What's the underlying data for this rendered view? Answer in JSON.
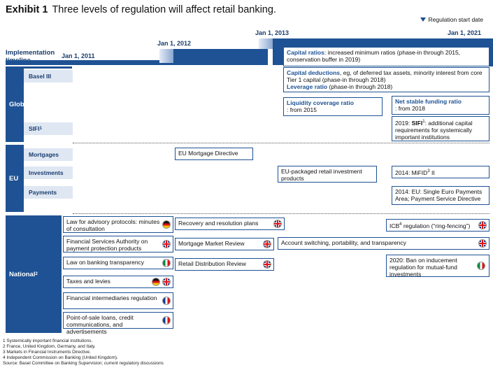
{
  "title": {
    "exhibit": "Exhibit 1",
    "text": "Three levels of regulation will affect retail banking."
  },
  "legend": "Regulation start date",
  "timeline": {
    "label": "Implementation timeline",
    "dates": [
      "Jan 1, 2011",
      "Jan 1, 2012",
      "Jan 1, 2013",
      "Jan 1, 2021"
    ]
  },
  "bands": {
    "global": "Global",
    "eu": "EU",
    "national": "National",
    "national_sup": "2"
  },
  "rows": {
    "basel": "Basel III",
    "sifi": "SIFI",
    "sifi_sup": "1",
    "mortgages": "Mortgages",
    "investments": "Investments",
    "payments": "Payments"
  },
  "global": {
    "capital_ratios_hl": "Capital ratios",
    "capital_ratios_txt": ": increased minimum ratios (phase-in through 2015, conservation buffer in 2019)",
    "capital_deductions_hl": "Capital deductions",
    "capital_deductions_txt": ", eg, of deferred tax assets, minority interest from core Tier 1 capital (phase-in through 2018)",
    "leverage_hl": "Leverage ratio",
    "leverage_txt": " (phase-in through 2018)",
    "lcr_hl": "Liquidity coverage ratio",
    "lcr_txt": ": from 2015",
    "nsfr_hl": "Net stable funding ratio",
    "nsfr_txt": ": from 2018",
    "sifi_pre": "2019: ",
    "sifi_b": "SIFI",
    "sifi_sup": "1",
    "sifi_txt": ": additional capital requirements for systemically important institutions"
  },
  "eu": {
    "mortgage_directive": "EU Mortgage Directive",
    "packaged": "EU-packaged retail investment products",
    "mifid_pre": "2014: MiFID",
    "mifid_sup": "3",
    "mifid_post": " II",
    "payments": "2014: EU: Single Euro Payments Area; Payment Service Directive"
  },
  "national": {
    "advisory": "Law for advisory protocols: minutes of consultation",
    "fsa": "Financial Services Authority on payment protection products",
    "transparency": "Law on banking transparency",
    "taxes": "Taxes and levies",
    "intermediaries": "Financial intermediaries regulation",
    "pos": "Point-of-sale loans, credit communications, and advertisements",
    "recovery": "Recovery and resolution plans",
    "mortgage_review": "Mortgage Market Review",
    "retail_review": "Retail Distribution Review",
    "account_switch": "Account switching, portability, and transparency",
    "icb_pre": "ICB",
    "icb_sup": "4",
    "icb_post": " regulation (“ring-fencing”)",
    "inducement": "2020: Ban on inducement regulation for mutual-fund investments"
  },
  "footnotes": [
    "1 Systemically important financial institutions.",
    "2 France, United Kingdom, Germany, and Italy.",
    "3 Markets in Financial Instruments Directive.",
    "4 Independent Commission on Banking (United Kingdom).",
    "Source: Basel Committee on Banking Supervision; current regulatory discussions"
  ],
  "colors": {
    "accent": "#1e5294",
    "row_fill": "#dfe7f3"
  },
  "icons": {
    "legend": "triangle-down-icon",
    "flags": [
      "germany-flag-icon",
      "uk-flag-icon",
      "italy-flag-icon",
      "france-flag-icon"
    ]
  }
}
